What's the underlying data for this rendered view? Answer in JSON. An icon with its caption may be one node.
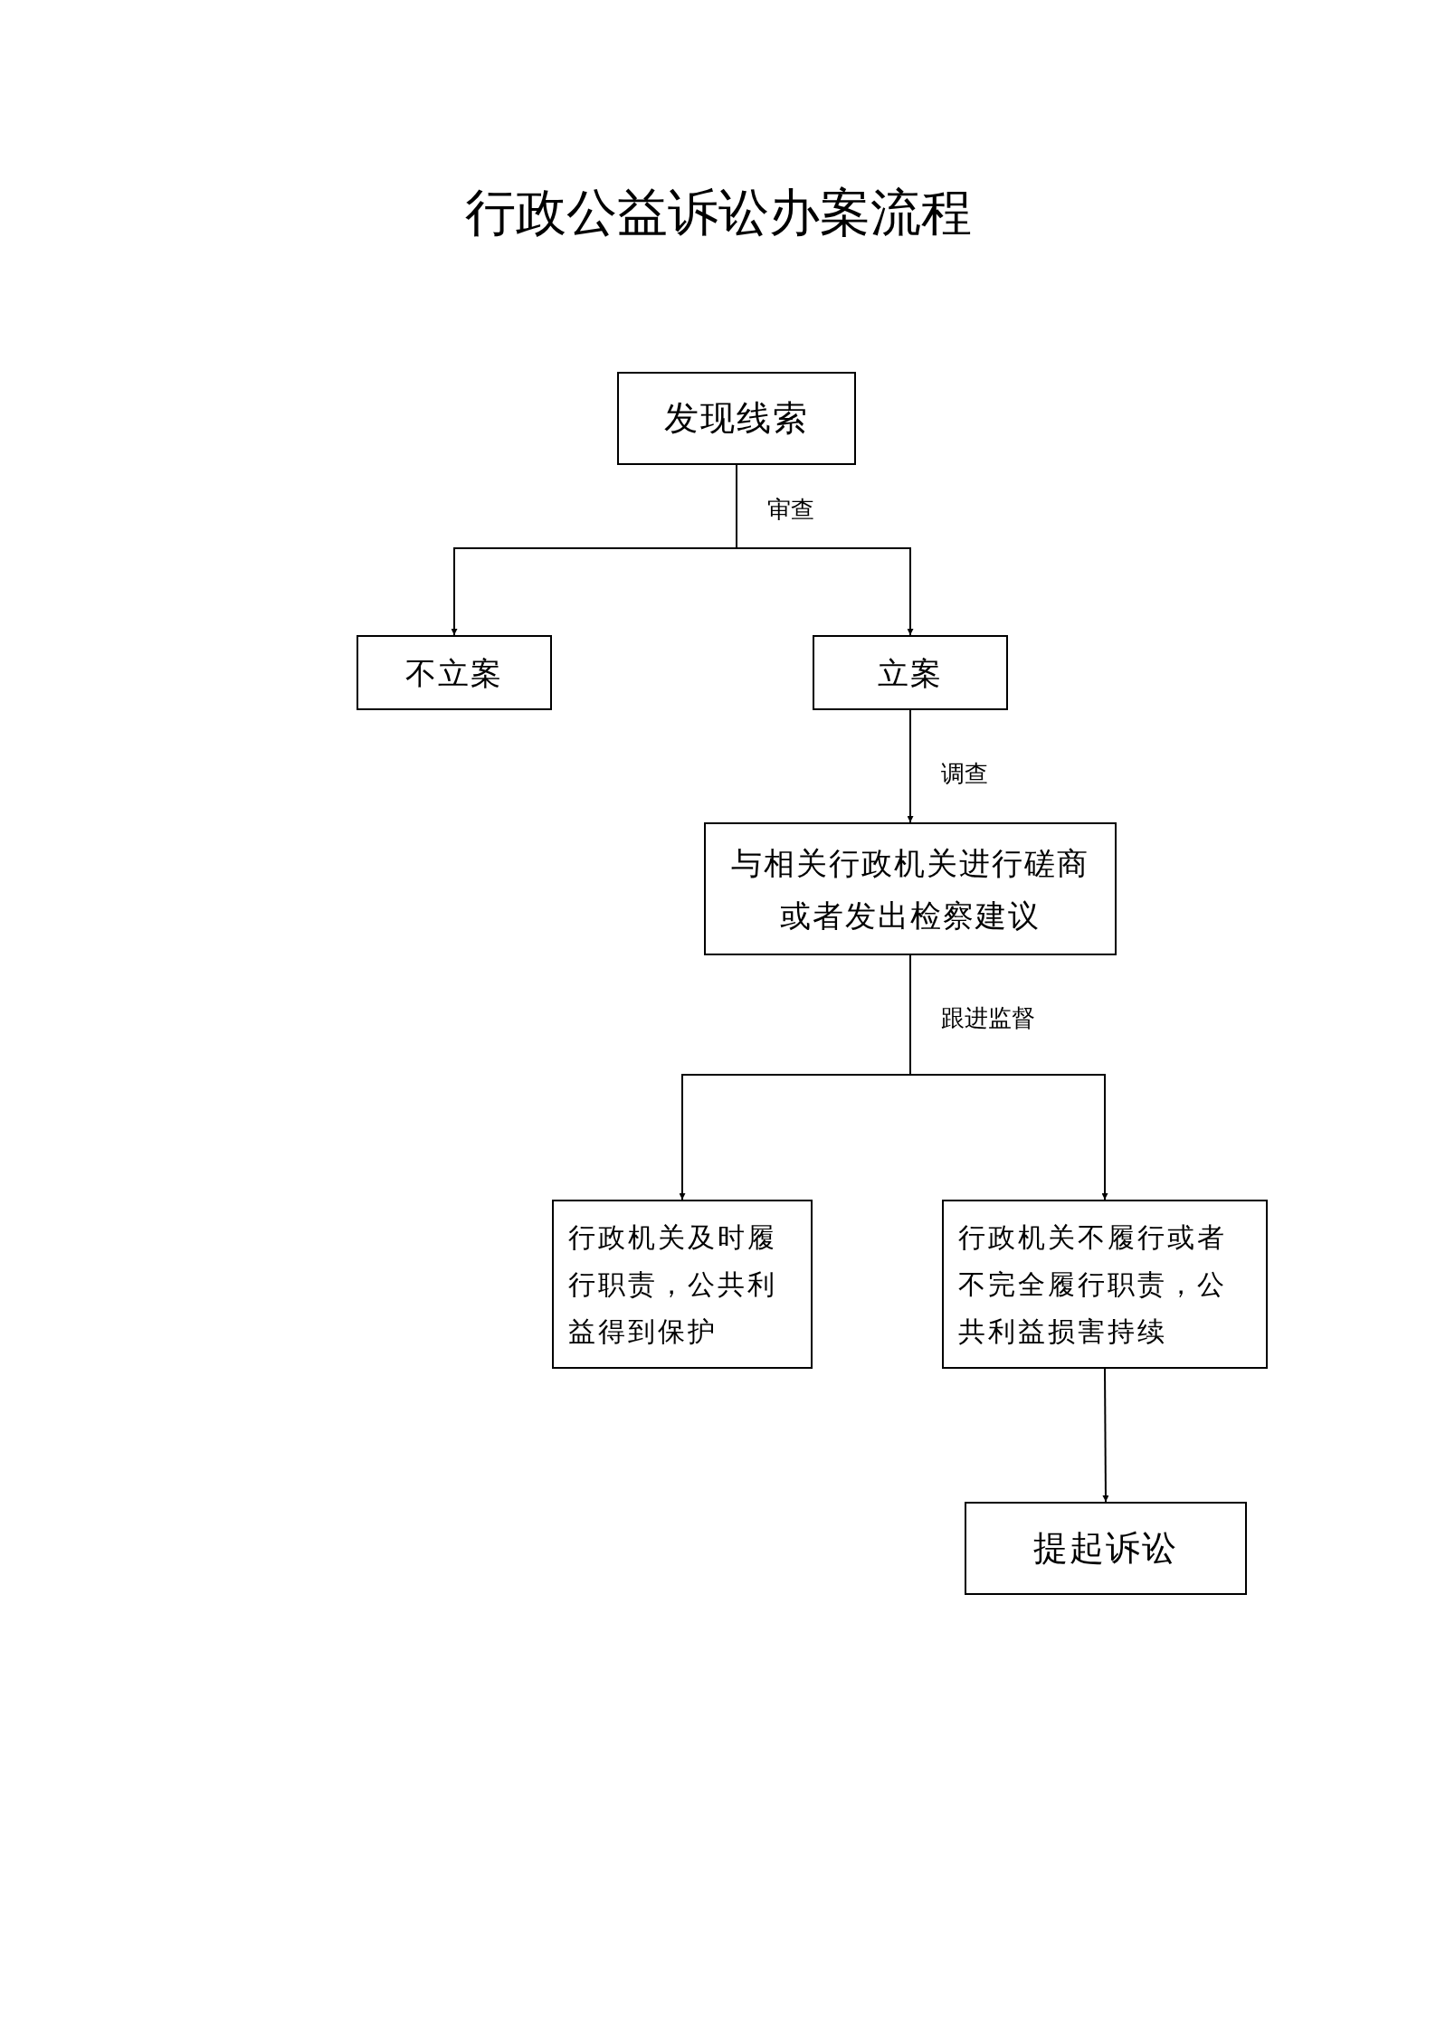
{
  "diagram": {
    "title": "行政公益诉讼办案流程",
    "nodes": [
      {
        "text": [
          "发现线索"
        ]
      },
      {
        "text": [
          "不立案"
        ]
      },
      {
        "text": [
          "立案"
        ]
      },
      {
        "text": [
          "与相关行政机关进行磋商或者发出检察建议"
        ]
      },
      {
        "text": [
          "行政机关及时履行职责，公共利益得到保护"
        ]
      },
      {
        "text": [
          "行政机关不履行或者不完全履行职责，公共利益损害持续"
        ]
      },
      {
        "text": [
          "提起诉讼"
        ]
      }
    ],
    "edges": [
      {
        "from": 0,
        "to": 1,
        "arrow": "to",
        "label": "审查"
      },
      {
        "from": 0,
        "to": 2,
        "arrow": "to"
      },
      {
        "from": 2,
        "to": 3,
        "arrow": "to",
        "label": "调查"
      },
      {
        "from": 3,
        "to": 4,
        "arrow": "to",
        "label": "跟进监督"
      },
      {
        "from": 3,
        "to": 5,
        "arrow": "to"
      },
      {
        "from": 5,
        "to": 6,
        "arrow": "to"
      }
    ]
  }
}
